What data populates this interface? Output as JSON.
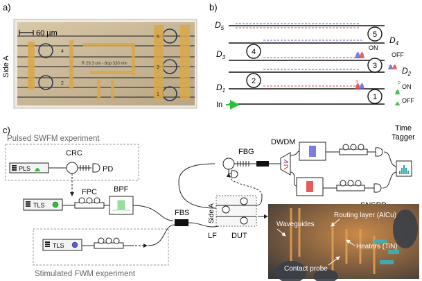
{
  "panel_a": {
    "label": "a)",
    "side_label": "Side A",
    "scalebar": "60 µm",
    "chip_text": "R 29.3 um - 8op 320 nm",
    "ring_numbers": [
      "5",
      "4",
      "3",
      "2",
      "1"
    ]
  },
  "panel_b": {
    "label": "b)",
    "detectors": {
      "d5": "D",
      "d5_sub": "5",
      "d4": "D",
      "d4_sub": "4",
      "d3": "D",
      "d3_sub": "3",
      "d2": "D",
      "d2_sub": "2",
      "d1": "D",
      "d1_sub": "1"
    },
    "input": "In",
    "rings": [
      "5",
      "4",
      "3",
      "2",
      "1"
    ],
    "on": "ON",
    "off": "OFF",
    "on2": "ON",
    "off2": "OFF",
    "s_marker": "s",
    "p_marker": "p"
  },
  "panel_c": {
    "label": "c)",
    "pulsed_title": "Pulsed SWFM experiment",
    "stimulated_title": "Stimulated FWM experiment",
    "pls": "PLS",
    "crc": "CRC",
    "pd": "PD",
    "tls1": "TLS",
    "tls2": "TLS",
    "fpc": "FPC",
    "bpf": "BPF",
    "fbs": "FBS",
    "fbg": "FBG",
    "dwdm": "DWDM",
    "time_tagger": "Time Tagger",
    "time": "Time",
    "tagger": "Tagger",
    "snspd": "SNSPD",
    "lf": "LF",
    "dut": "DUT",
    "side_a": "Side A",
    "photo_labels": {
      "waveguides": "Waveguides",
      "routing": "Routing layer (AlCu)",
      "heaters": "Heaters (TiN)",
      "probe": "Contact probe"
    }
  },
  "colors": {
    "chip_bg": "#c9b89a",
    "wire": "#222222",
    "green": "#2fbf3a",
    "blue_pulse": "#5a5ad8",
    "red_pulse": "#e04040",
    "photo_bg": "#8a6a4a"
  }
}
